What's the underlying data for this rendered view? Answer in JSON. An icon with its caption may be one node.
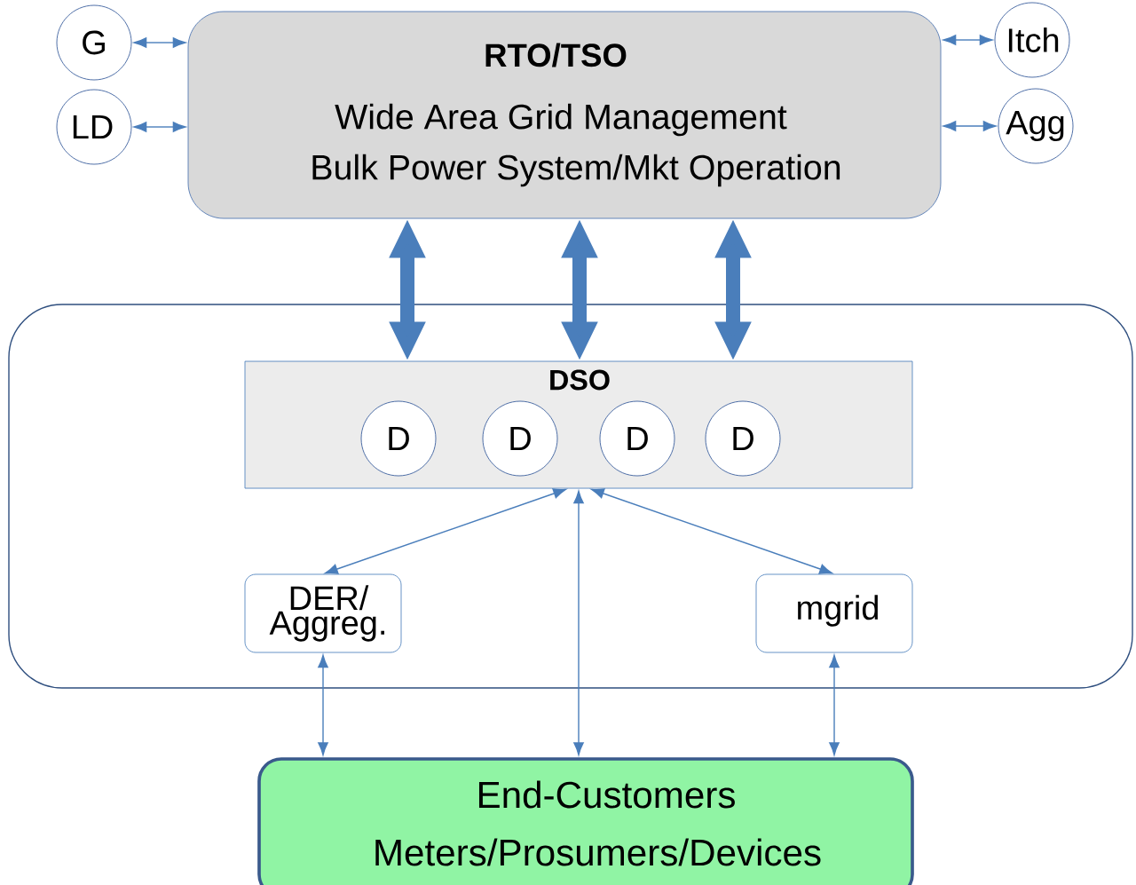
{
  "diagram": {
    "nodes": [
      {
        "text": [
          "G"
        ]
      },
      {
        "text": [
          "LD"
        ]
      },
      {
        "text": [
          "RTO/TSO",
          "Wide Area Grid Management",
          "Bulk Power System/Mkt Operation"
        ]
      },
      {
        "text": [
          "Itch"
        ]
      },
      {
        "text": [
          "Agg"
        ]
      },
      {
        "text": [],
        "shape": "box"
      },
      {
        "text": [
          "DSO"
        ],
        "in": 5
      },
      {
        "text": [
          "D"
        ],
        "in": 6
      },
      {
        "text": [
          "D"
        ],
        "in": 6
      },
      {
        "text": [
          "D"
        ],
        "in": 6
      },
      {
        "text": [
          "D"
        ],
        "in": 6
      },
      {
        "text": [
          "DER/ Aggreg."
        ],
        "in": 5
      },
      {
        "text": [
          "mgrid"
        ],
        "in": 5
      },
      {
        "text": [
          "End-Customers",
          "Meters/Prosumers/Devices"
        ]
      }
    ],
    "edges": [
      {
        "from": 0,
        "to": 2,
        "arrow": "both"
      },
      {
        "from": 1,
        "to": 2,
        "arrow": "both"
      },
      {
        "from": 2,
        "to": 3,
        "arrow": "both"
      },
      {
        "from": 2,
        "to": 4,
        "arrow": "both"
      },
      {
        "from": 2,
        "to": 6,
        "arrow": "both",
        "style": "thick"
      },
      {
        "from": 2,
        "to": 6,
        "arrow": "both",
        "style": "thick"
      },
      {
        "from": 2,
        "to": 6,
        "arrow": "both",
        "style": "thick"
      },
      {
        "from": 6,
        "to": 11,
        "arrow": "both"
      },
      {
        "from": 6,
        "to": 13,
        "arrow": "both"
      },
      {
        "from": 6,
        "to": 12,
        "arrow": "both"
      },
      {
        "from": 11,
        "to": 13,
        "arrow": "both"
      },
      {
        "from": 12,
        "to": 13,
        "arrow": "both"
      }
    ]
  }
}
